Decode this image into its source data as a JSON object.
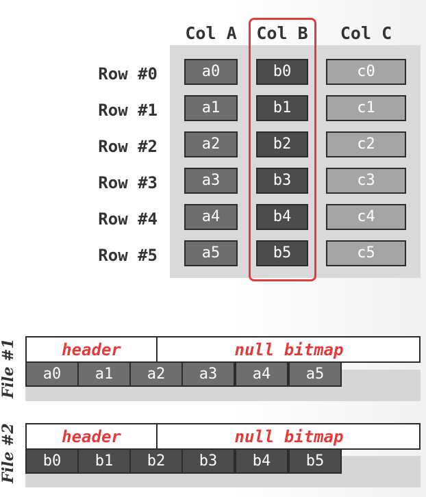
{
  "columns": [
    "Col A",
    "Col B",
    "Col C"
  ],
  "rows": [
    "Row #0",
    "Row #1",
    "Row #2",
    "Row #3",
    "Row #4",
    "Row #5"
  ],
  "cells": {
    "a": [
      "a0",
      "a1",
      "a2",
      "a3",
      "a4",
      "a5"
    ],
    "b": [
      "b0",
      "b1",
      "b2",
      "b3",
      "b4",
      "b5"
    ],
    "c": [
      "c0",
      "c1",
      "c2",
      "c3",
      "c4",
      "c5"
    ]
  },
  "files": [
    {
      "label": "File #1",
      "header": "header",
      "bitmap": "null bitmap",
      "values": [
        "a0",
        "a1",
        "a2",
        "a3",
        "a4",
        "a5"
      ]
    },
    {
      "label": "File #2",
      "header": "header",
      "bitmap": "null bitmap",
      "values": [
        "b0",
        "b1",
        "b2",
        "b3",
        "b4",
        "b5"
      ]
    }
  ],
  "colors": {
    "highlight": "#e03c3c",
    "col_a": "#6e6e6e",
    "col_b": "#4c4c4c",
    "col_c": "#a5a5a5",
    "panel": "#d9d9d9"
  }
}
